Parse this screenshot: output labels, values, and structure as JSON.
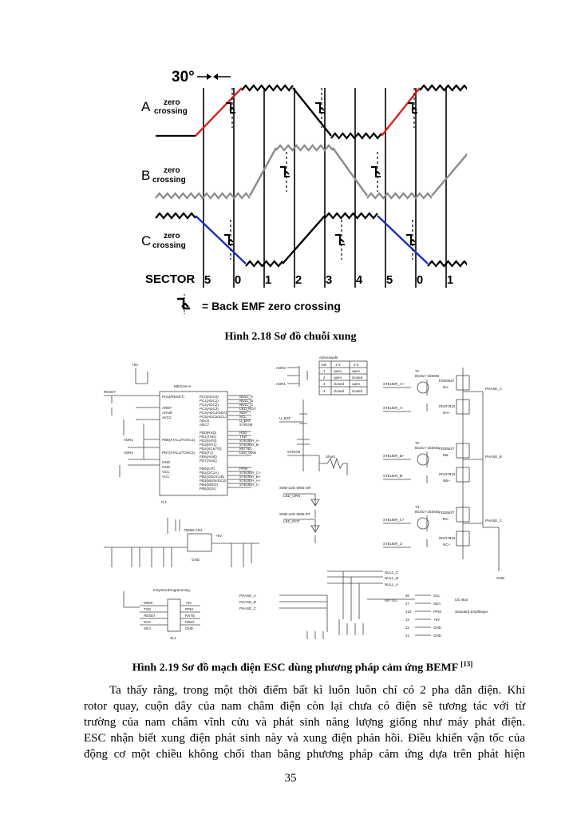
{
  "figure_218": {
    "angle_label": "30°",
    "phases": [
      {
        "letter": "A",
        "label_line1": "zero",
        "label_line2": "crossing"
      },
      {
        "letter": "B",
        "label_line1": "zero",
        "label_line2": "crossing"
      },
      {
        "letter": "C",
        "label_line1": "zero",
        "label_line2": "crossing"
      }
    ],
    "sector_label": "SECTOR",
    "sectors": [
      "5",
      "0",
      "1",
      "2",
      "3",
      "4",
      "5",
      "0",
      "1"
    ],
    "legend_text": "= Back EMF zero crossing",
    "colors": {
      "phase_a": "#e0201a",
      "phase_b": "#8a8a8a",
      "phase_c": "#1b2fc0",
      "trace": "#000000"
    },
    "caption": "Hình 2.18  Sơ đồ chuỗi xung"
  },
  "figure_219": {
    "labels": {
      "table_title": "Adresswahl",
      "table_headers": [
        "Adr.",
        "1-2",
        "2-3"
      ],
      "table_rows": [
        [
          "1",
          "open",
          "open"
        ],
        [
          "2",
          "open",
          "closed"
        ],
        [
          "3",
          "closed",
          "open"
        ],
        [
          "4",
          "closed",
          "closed"
        ]
      ],
      "mcu": "MEGA8-AI",
      "mcu_ref": "IC1",
      "pins_left": [
        "PC6(/RESET)",
        "AREF",
        "AGND",
        "AVCC",
        "PB6(XTAL1/TOSC1)",
        "PB7(XTAL2/TOSC2)",
        "GND",
        "GND",
        "VCC",
        "VCC"
      ],
      "pins_right": [
        "PC0(ADC0)",
        "PC1(ADC1)",
        "PC2(ADC2)",
        "PC3(ADC3)",
        "PC4(ADC4/SDA)",
        "PC5(ADC5/SCL)",
        "ADC6",
        "ADC7",
        "PD0(RXD)",
        "PD1(TXD)",
        "PD2(INT0)",
        "PD3(INT1)",
        "PD4(XCK/T0)",
        "PD5(T1)",
        "PD6(AIN0)",
        "PD7(AIN1)",
        "PB0(ICP)",
        "PB1(OC1A)",
        "PB2(SS/OC1B)",
        "PB3(MOSI/OC2)",
        "PB4(MISO)",
        "PB5(SCK)"
      ],
      "nets_right": [
        "NULL_A",
        "NULL_B",
        "NULL_C",
        "LED_ROT",
        "SDA",
        "SCL",
        "U_BAT",
        "STROM",
        "RXD",
        "TXD",
        "STEUER_A-",
        "STEUER_B-",
        "MITTEL",
        "LED_GRN",
        "PPM",
        "STEUER_C+",
        "STEUER_B+",
        "STEUER_A+",
        "STEUER_C-"
      ],
      "reset": "RESET",
      "vcc": "+5V",
      "gnd": "GND",
      "ubat": "U_BAT",
      "strom": "STROM",
      "shunt": "Shunt",
      "led_green": "LED_GRN",
      "led_red": "LED_ROT",
      "led_tag": "SMD-LED 0805 GR",
      "led_tag2": "SMD-LED 0805 RT",
      "regulator": "78M05 ADJ",
      "isp_title": "InSystemProgramming",
      "isp_pins": [
        "MOSI",
        "TXD",
        "RESET",
        "SCK",
        "SDA"
      ],
      "isp_pins_r": [
        "+5V",
        "PPM",
        "RXTB",
        "MISO",
        "GND"
      ],
      "isp_ref": "SL1",
      "phase_a": "PHASE_A",
      "phase_b": "PHASE_B",
      "phase_c": "PHASE_C",
      "null_a": "NULL_A",
      "null_b": "NULL_B",
      "null_c": "NULL_C",
      "mittel": "MITTEL",
      "steuer_top": [
        "STEUER_A+",
        "STEUER_A-",
        "STEUER_B+",
        "STEUER_B-",
        "STEUER_C+",
        "STEUER_C-"
      ],
      "transistors": [
        "T1",
        "T2",
        "T3"
      ],
      "transistor_type": "BC817-16SMD",
      "fets": [
        "FDD6637",
        "IRLR7843"
      ],
      "fet_refs": [
        "NA-",
        "NA+",
        "NB-",
        "NB+",
        "NC-",
        "NC+"
      ],
      "phase_out": [
        "PHASE_A",
        "PHASE_B",
        "PHASE_C"
      ],
      "connectors": [
        "J6",
        "J7",
        "J10",
        "J3",
        "J2",
        "J1"
      ],
      "conn_labels": [
        "SCL",
        "SDA",
        "PPM",
        "+5V",
        "GND",
        "GND"
      ],
      "conn_notes": [
        "I2C-Bus",
        "Standard Empfänger"
      ],
      "adr1": "ADR1",
      "adr2": "ADR2",
      "adr_pins": [
        "ADR2",
        "ADR1"
      ]
    },
    "caption": "Hình 2.19  Sơ đồ mạch điện ESC dùng phương pháp cảm ứng BEMF",
    "caption_ref": "[13]"
  },
  "paragraph_lines": [
    "Ta thấy rằng, trong một thời điểm bất kì luôn luôn chỉ có 2 pha dẫn điện. Khi",
    "rotor quay, cuộn dây của nam châm điện còn lại chưa có điện sẽ tương tác với từ",
    "trường của nam châm vĩnh cửu và phát sinh năng lượng giống như máy phát điện.",
    "ESC nhận biết xung điện phát sinh này và xung điện phản hồi. Điều khiển vận tốc của",
    "động cơ một chiều không chổi than bằng phương pháp cảm ứng dựa trên phát hiện"
  ],
  "page_number": "35"
}
